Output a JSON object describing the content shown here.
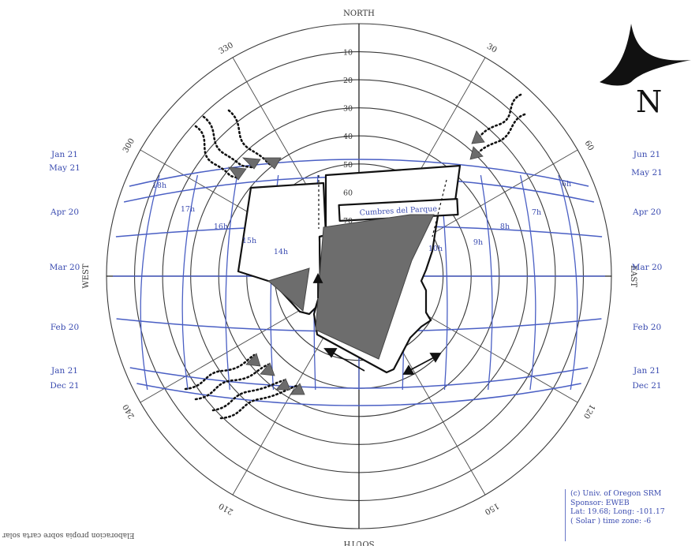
{
  "directions": {
    "north": "NORTH",
    "south": "SOUTH",
    "east": "EAST",
    "west": "WEST"
  },
  "azimuth_labels": [
    "30",
    "60",
    "120",
    "150",
    "210",
    "240",
    "300",
    "330"
  ],
  "altitude_labels": [
    "10",
    "20",
    "30",
    "40",
    "50",
    "60",
    "70"
  ],
  "dates_left": [
    "Jan 21",
    "May 21",
    "Apr 20",
    "Mar 20",
    "Feb 20",
    "Jan 21",
    "Dec 21"
  ],
  "dates_right": [
    "Jun 21",
    "May 21",
    "Apr 20",
    "Mar 20",
    "Feb 20",
    "Jan 21",
    "Dec 21"
  ],
  "hour_labels": [
    "18h",
    "17h",
    "16h",
    "15h",
    "14h",
    "10h",
    "9h",
    "8h",
    "7h",
    "6h"
  ],
  "site_label": "Cumbres del Parque",
  "compass_letter": "N",
  "credits": [
    "(c) Univ. of Oregon SRM",
    "Sponsor: EWEB",
    "Lat: 19.68; Long: -101.17",
    "( Solar ) time zone: -6"
  ],
  "caption": "Elaboracion propia sobre carta solar",
  "colors": {
    "sunpath": "#4a5fc4",
    "label_blue": "#3a4bb0",
    "shadow": "#6d6d6d"
  }
}
